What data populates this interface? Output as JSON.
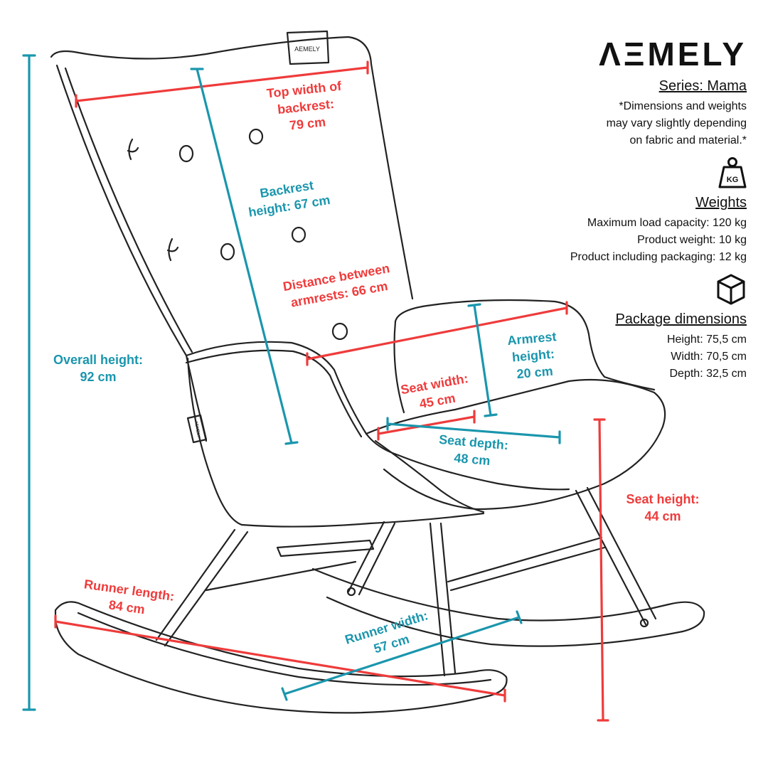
{
  "brand": {
    "logo_text": "ΛΞMELY",
    "tag_back": "AEMELY",
    "tag_side": "AEMELY"
  },
  "info": {
    "series": "Series: Mama",
    "disclaimer": "*Dimensions and weights\nmay vary slightly depending\non fabric and material.*",
    "weights_icon": "kg-weight-icon",
    "weights_icon_text": "KG",
    "weights_heading": "Weights",
    "weights": [
      "Maximum load capacity: 120 kg",
      "Product weight: 10 kg",
      "Product including packaging: 12 kg"
    ],
    "package_icon": "cube-box-icon",
    "package_heading": "Package dimensions",
    "package": [
      "Height: 75,5 cm",
      "Width: 70,5 cm",
      "Depth: 32,5 cm"
    ]
  },
  "measurements": {
    "top_width": "Top width of\nbackrest:\n79 cm",
    "backrest_height": "Backrest\nheight: 67 cm",
    "armrest_distance": "Distance between\narmrests: 66 cm",
    "armrest_height": "Armrest\nheight:\n20 cm",
    "seat_width": "Seat width:\n45 cm",
    "seat_depth": "Seat depth:\n48 cm",
    "overall_height": "Overall height:\n92 cm",
    "seat_height": "Seat height:\n44 cm",
    "runner_length": "Runner length:\n84 cm",
    "runner_width": "Runner width:\n57 cm"
  },
  "colors": {
    "red": "#ef3b3b",
    "teal": "#1a96ad",
    "ink": "#222222"
  }
}
